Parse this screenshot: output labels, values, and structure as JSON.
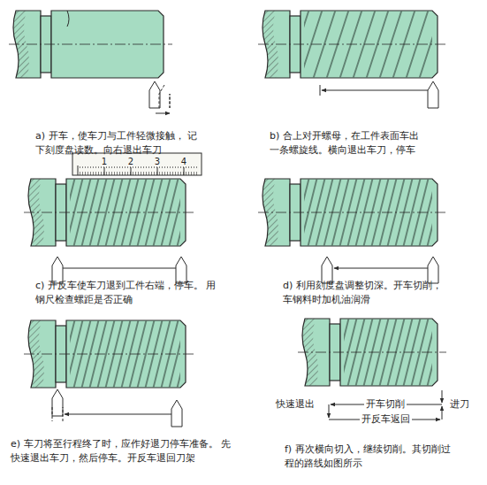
{
  "diagram": {
    "labels": [
      "a) 开车，使车刀与工件轻微接触， 记下刻度盘读数。向右退出车刀",
      "b) 合上对开螺母，在工件表面车出 一条螺旋线。横向退出车刀，停车",
      "1",
      "2",
      "3",
      "4",
      "c) 开反车使车刀退到工件右端，停车。 用钢尺检查螺距是否正确",
      "d) 利用刻度盘调整切深。开车切削， 车钢料时加机油润滑",
      "快速退出",
      "开车切削",
      "进刀",
      "开反车返回",
      "e) 车刀将至行程终了时，应作好退刀停车准备。 先快速退出车刀，然后停车。开反车退回刀架",
      "f) 再次横向切入，继续切削。其切削过 程的路线如图所示"
    ]
  }
}
